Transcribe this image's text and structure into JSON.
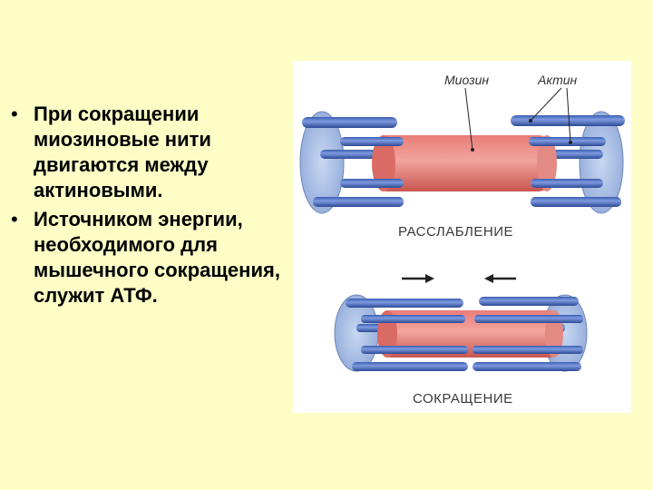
{
  "bullets": [
    "При сокращении миозиновые нити двигаются между актиновыми.",
    "Источником энергии, необходимого для мышечного сокращения, служит АТФ."
  ],
  "bullet_symbol": "•",
  "figure": {
    "label_myosin": "Миозин",
    "label_actin": "Актин",
    "caption_relaxed": "РАССЛАБЛЕНИЕ",
    "caption_contracted": "СОКРАЩЕНИЕ"
  }
}
